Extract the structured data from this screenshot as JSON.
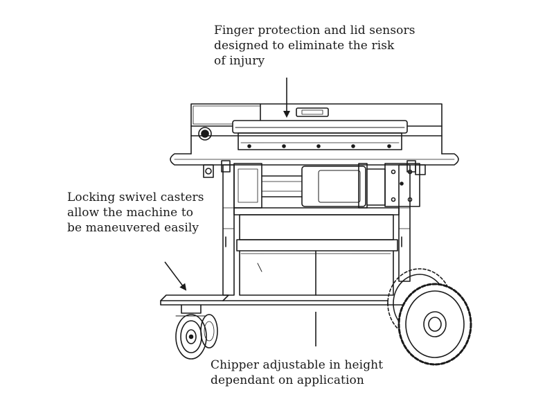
{
  "callouts": {
    "top": {
      "line1": "Finger protection and lid sensors",
      "line2": "designed to eliminate the risk",
      "line3": "of injury"
    },
    "left": {
      "line1": "Locking swivel casters",
      "line2": "allow the machine to",
      "line3": "be maneuvered easily"
    },
    "bottom": {
      "line1": "Chipper adjustable in height",
      "line2": "dependant on application"
    }
  },
  "colors": {
    "line": "#1a1a1a",
    "background": "#ffffff"
  }
}
